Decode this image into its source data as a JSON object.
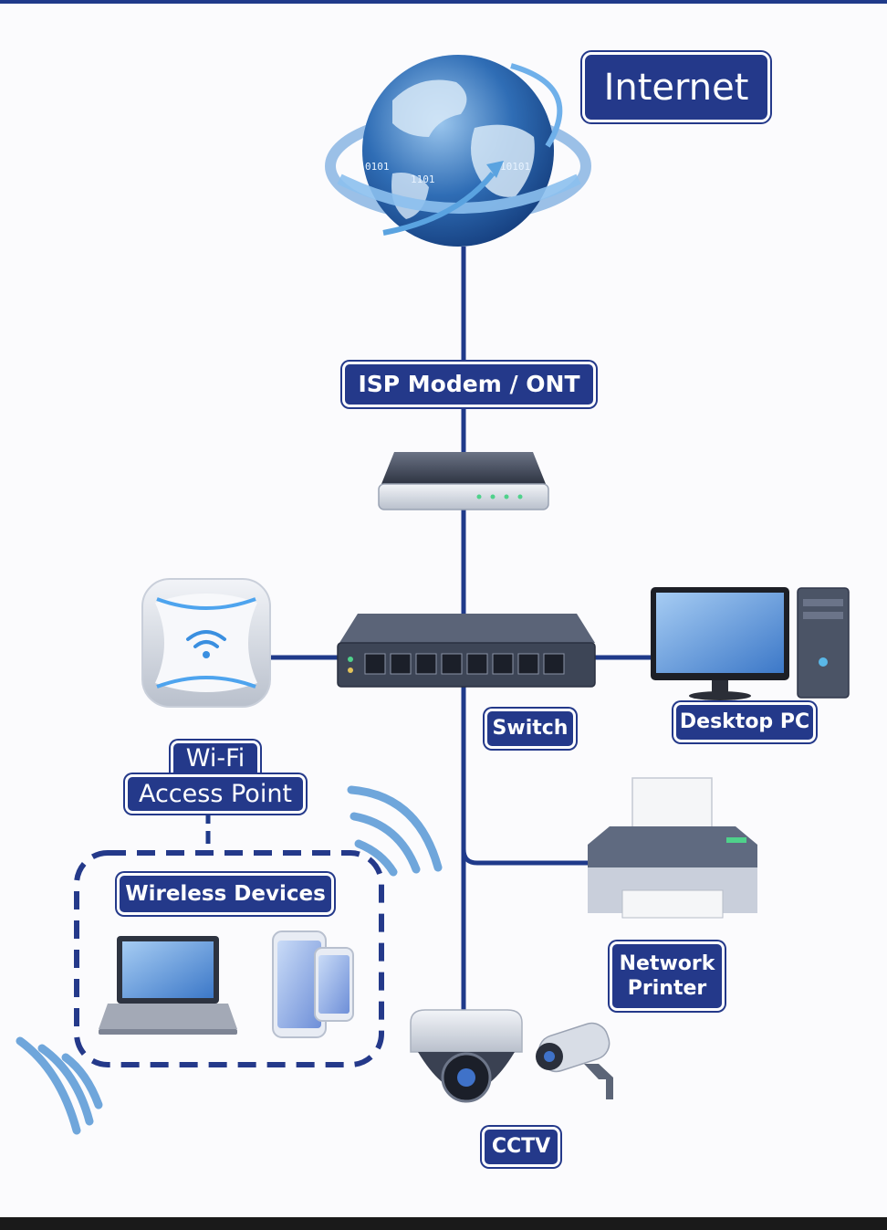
{
  "labels": {
    "internet": "Internet",
    "modem": "ISP Modem / ONT",
    "switch": "Switch",
    "desktop": "Desktop PC",
    "wifi_line1": "Wi-Fi",
    "wifi_line2": "Access Point",
    "wireless": "Wireless Devices",
    "printer_line1": "Network",
    "printer_line2": "Printer",
    "cctv": "CCTV"
  },
  "globe_binary": [
    "0101",
    "1101",
    "10101"
  ],
  "colors": {
    "navy": "#24398a",
    "line": "#1f3a8a",
    "globe": "#2f6db5",
    "accent": "#5aa3e0"
  },
  "icons": [
    "globe-icon",
    "modem-icon",
    "switch-icon",
    "desktop-pc-icon",
    "access-point-icon",
    "laptop-icon",
    "phone-icon",
    "printer-icon",
    "cctv-dome-icon",
    "cctv-bullet-icon",
    "wifi-waves-icon"
  ]
}
